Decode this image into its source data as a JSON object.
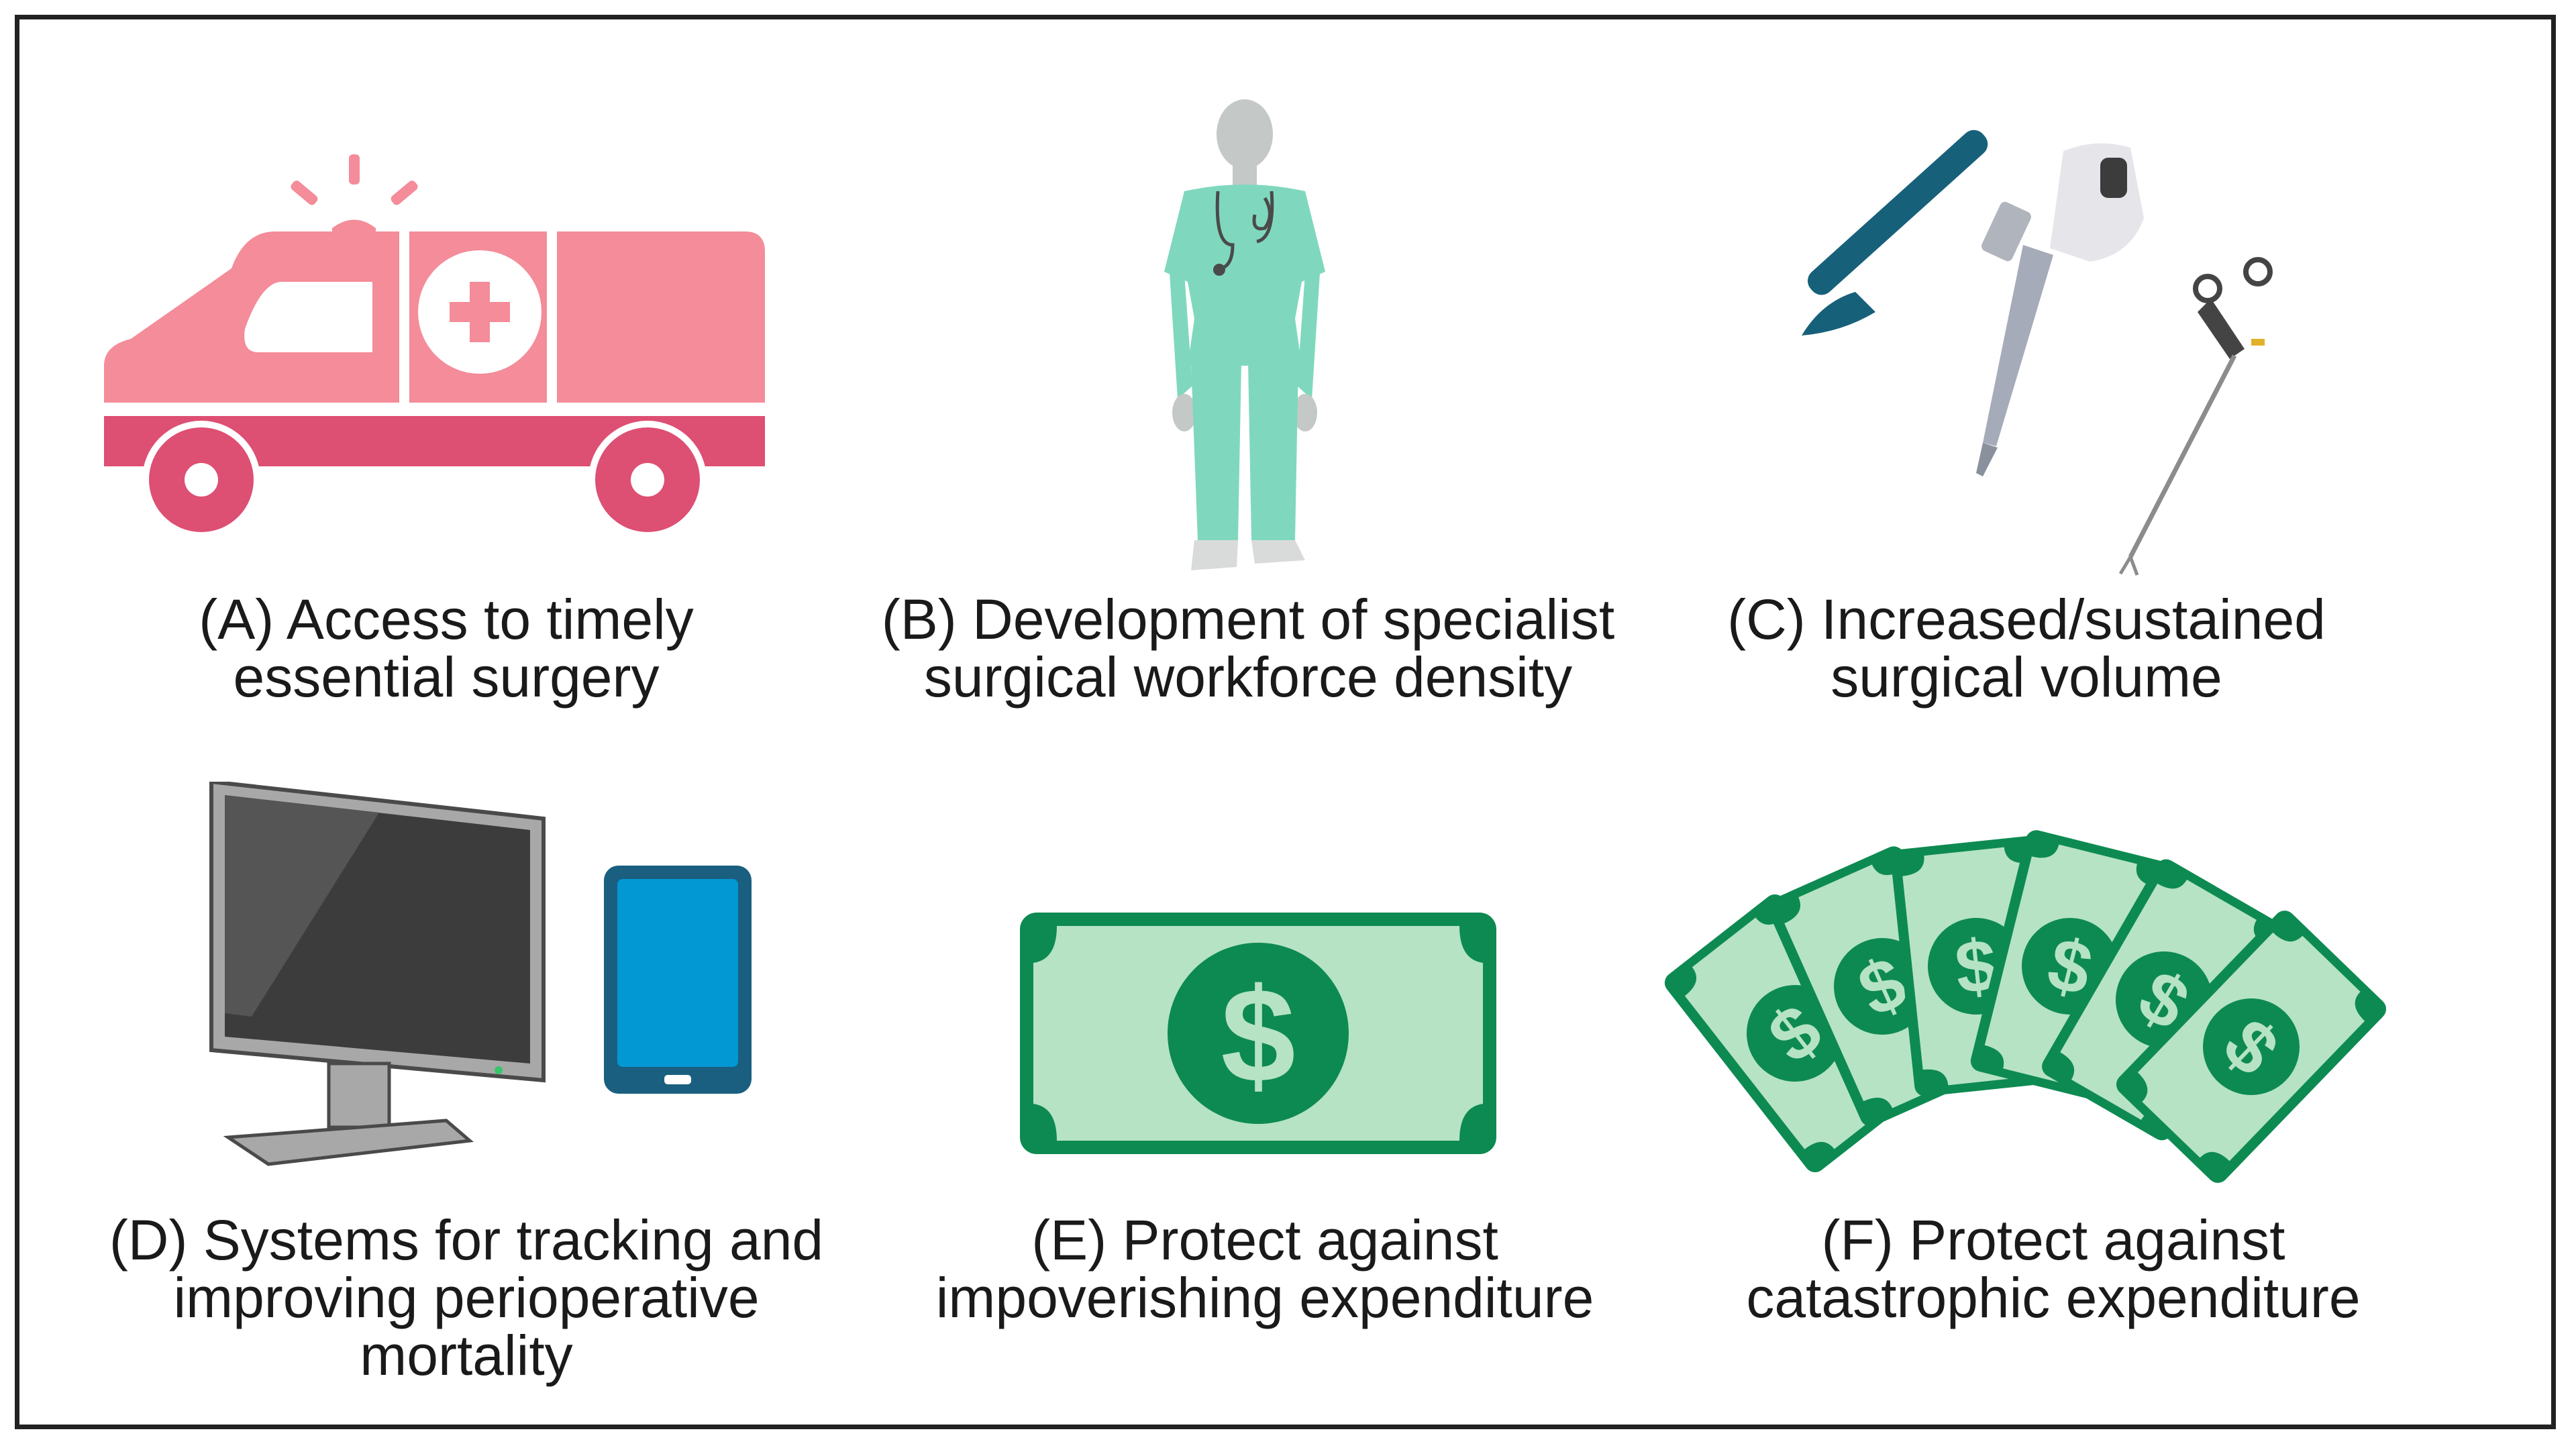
{
  "panels": [
    {
      "id": "A",
      "lines": [
        "(A) Access to timely",
        "essential surgery"
      ],
      "icon": "ambulance-icon"
    },
    {
      "id": "B",
      "lines": [
        "(B) Development of specialist",
        "surgical workforce density"
      ],
      "icon": "surgeon-icon"
    },
    {
      "id": "C",
      "lines": [
        "(C) Increased/sustained",
        "surgical volume"
      ],
      "icon": "surgical-instruments-icon"
    },
    {
      "id": "D",
      "lines": [
        "(D) Systems for tracking and",
        "improving perioperative",
        "mortality"
      ],
      "icon": "computer-monitor-tablet-icon"
    },
    {
      "id": "E",
      "lines": [
        "(E) Protect against",
        "impoverishing expenditure"
      ],
      "icon": "dollar-bill-icon"
    },
    {
      "id": "F",
      "lines": [
        "(F) Protect against",
        "catastrophic expenditure"
      ],
      "icon": "dollar-bills-fan-icon"
    }
  ],
  "currency_symbol": "$",
  "colors": {
    "ambulance_light": "#f48c99",
    "ambulance_dark": "#dd4f73",
    "scrubs": "#7fd8bd",
    "skin_gray": "#c4c8c6",
    "scalpel": "#17607a",
    "money_light": "#b6e3c4",
    "money_dark": "#0d8a52",
    "monitor_frame": "#a8a8a8",
    "monitor_screen": "#3c3c3c",
    "tablet_frame": "#1a5f80",
    "tablet_screen": "#0298d4"
  }
}
